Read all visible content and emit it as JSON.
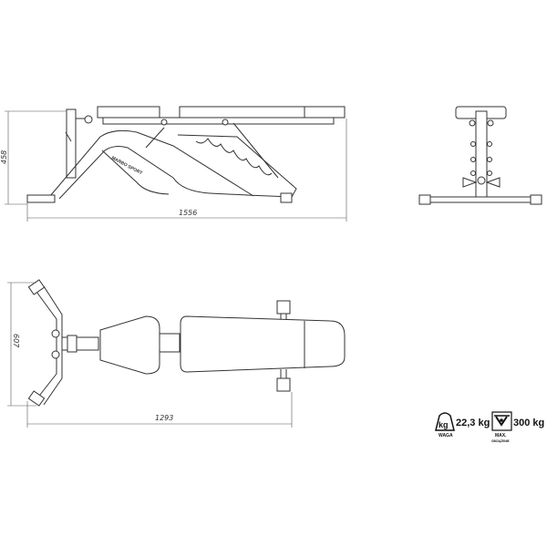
{
  "drawing": {
    "side_view": {
      "height_dimension": "458",
      "length_dimension": "1556",
      "logo_text": "MARBO SPORT"
    },
    "top_view": {
      "width_dimension": "607",
      "length_dimension": "1293"
    },
    "front_view": {}
  },
  "specs": {
    "weight": {
      "icon": "kg-weight-icon",
      "icon_text": "kg",
      "value": "22,3 kg",
      "label": "WAGA"
    },
    "max_load": {
      "icon": "weightlifter-icon",
      "value": "300 kg",
      "label": "MAX.",
      "sublabel": "OBCIĄŻENIE"
    }
  },
  "colors": {
    "line": "#333333",
    "background": "#ffffff"
  }
}
